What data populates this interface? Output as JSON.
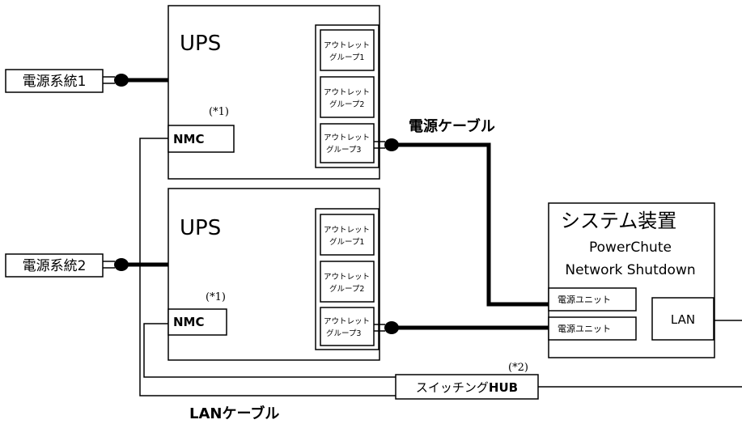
{
  "ups1": {
    "title": "UPS",
    "note": "(*1)",
    "nmc": "NMC",
    "outlets": [
      {
        "line1": "アウトレット",
        "line2": "グループ1"
      },
      {
        "line1": "アウトレット",
        "line2": "グループ2"
      },
      {
        "line1": "アウトレット",
        "line2": "グループ3"
      }
    ]
  },
  "ups2": {
    "title": "UPS",
    "note": "(*1)",
    "nmc": "NMC",
    "outlets": [
      {
        "line1": "アウトレット",
        "line2": "グループ1"
      },
      {
        "line1": "アウトレット",
        "line2": "グループ2"
      },
      {
        "line1": "アウトレット",
        "line2": "グループ3"
      }
    ]
  },
  "power_sources": [
    "電源系統1",
    "電源系統2"
  ],
  "power_cable_label": "電源ケーブル",
  "lan_cable_label": "LANケーブル",
  "system": {
    "title": "システム装置",
    "software_line1": "PowerChute",
    "software_line2": "Network Shutdown",
    "power_units": [
      "電源ユニット",
      "電源ユニット"
    ],
    "lan": "LAN"
  },
  "hub": {
    "label_prefix": "スイッチング",
    "label_suffix": "HUB",
    "note": "(*2)"
  },
  "colors": {
    "line": "#000000",
    "background": "#ffffff"
  }
}
